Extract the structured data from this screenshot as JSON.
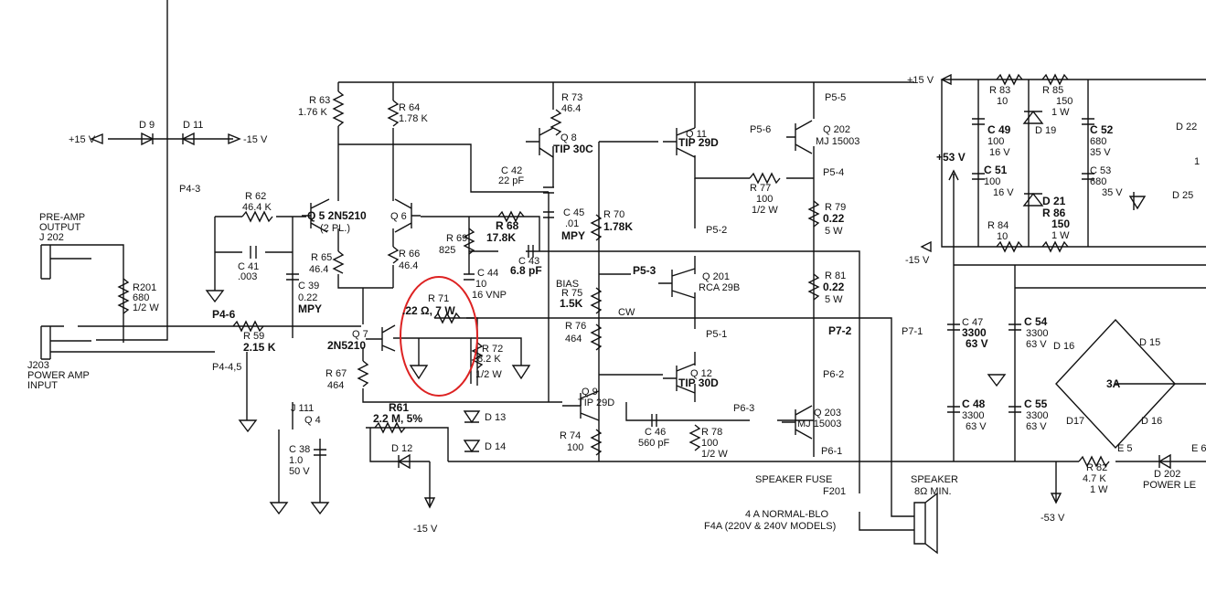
{
  "labels": {
    "pos15_left": "+15 V",
    "neg15_left": "-15 V",
    "d9": "D 9",
    "d11": "D 11",
    "p4_3": "P4-3",
    "preamp_out": "PRE-AMP",
    "preamp_out2": "OUTPUT",
    "j202": "J 202",
    "j203": "J203",
    "power_amp": "POWER AMP",
    "input": "INPUT",
    "r201": "R201",
    "r201v": "680",
    "r201w": "1/2 W",
    "r62": "R 62",
    "r62v": "46.4 K",
    "c41": "C 41",
    "c41v": ".003",
    "r63": "R 63",
    "r63v": "1.76 K",
    "r64": "R 64",
    "r64v": "1.78 K",
    "q5": "Q 5 2N5210",
    "q6": "Q 6",
    "q56pl": "(2 PL.)",
    "r65": "R 65",
    "r65v": "46.4",
    "r66": "R 66",
    "r66v": "46.4",
    "c39": "C 39",
    "c39v": "0.22",
    "c39t": "MPY",
    "p4_6": "P4-6",
    "r59": "R 59",
    "r59v": "2.15 K",
    "p4_45": "P4-4,5",
    "q7": "Q 7",
    "q7t": "2N5210",
    "r67": "R 67",
    "r67v": "464",
    "j111": "J 111",
    "q4": "Q 4",
    "c38": "C 38",
    "c38v": "1.0",
    "c38w": "50 V",
    "r61": "R61",
    "r61v": "2.2 M, 5%",
    "d12": "D 12",
    "neg15_bottom": "-15 V",
    "r71": "R 71",
    "r71v": ".22 Ω, 7 W",
    "r72": "R 72",
    "r72v": "8.2 K",
    "r72w": "1/2 W",
    "d13": "D 13",
    "d14": "D 14",
    "r69": "R 69",
    "r69v": "825",
    "r68": "R 68",
    "r68v": "17.8K",
    "c43": "C 43",
    "c43v": "6.8 pF",
    "c44": "C 44",
    "c44v": "10",
    "c44w": "16 VNP",
    "r73": "R 73",
    "r73v": "46.4",
    "q8": "Q 8",
    "q8t": "TIP 30C",
    "c42": "C 42",
    "c42v": "22 pF",
    "c45": "C 45",
    "c45v": ".01",
    "c45t": "MPY",
    "r70": "R 70",
    "r70v": "1.78K",
    "bias": "BIAS",
    "r75": "R 75",
    "r75v": "1.5K",
    "cw": "CW",
    "r76": "R 76",
    "r76v": "464",
    "q9": "Q 9",
    "q9t": "TIP 29D",
    "r74": "R 74",
    "r74v": "100",
    "c46": "C 46",
    "c46v": "560 pF",
    "q11": "Q 11",
    "q11t": "TIP 29D",
    "p5_6": "P5-6",
    "p5_5": "P5-5",
    "p5_4": "P5-4",
    "p5_2": "P5-2",
    "p5_3": "P5-3",
    "p5_1": "P5-1",
    "q202": "Q 202",
    "q202t": "MJ 15003",
    "r77": "R 77",
    "r77v": "100",
    "r77w": "1/2 W",
    "r79": "R 79",
    "r79v": "0.22",
    "r79w": "5 W",
    "q201": "Q 201",
    "q201t": "RCA 29B",
    "r81": "R 81",
    "r81v": "0.22",
    "r81w": "5 W",
    "q12": "Q 12",
    "q12t": "TIP 30D",
    "r78": "R 78",
    "r78v": "100",
    "r78w": "1/2 W",
    "p6_3": "P6-3",
    "p6_2": "P6-2",
    "p6_1": "P6-1",
    "q203": "Q 203",
    "q203t": "MJ 15003",
    "p7_2": "P7-2",
    "p7_1": "P7-1",
    "spk_fuse": "SPEAKER FUSE",
    "f201": "F201",
    "fuse1": "4 A NORMAL-BLO",
    "fuse2": "F4A (220V & 240V MODELS)",
    "speaker": "SPEAKER",
    "speaker_ohm": "8Ω MIN.",
    "pos15_right": "+15 V",
    "neg15_right": "-15 V",
    "pos53": "+53 V",
    "neg53": "-53 V",
    "r83": "R 83",
    "r83v": "10",
    "r85": "R 85",
    "r85v": "150",
    "r85w": "1 W",
    "c49": "C 49",
    "c49v": "100",
    "c49w": "16 V",
    "d19": "D 19",
    "c52": "C 52",
    "c52v": "680",
    "c52w": "35 V",
    "c51": "C 51",
    "c51v": "100",
    "c51w": "16 V",
    "c53": "C 53",
    "c53v": "680",
    "c53w": "35 V",
    "d21": "D 21",
    "r86": "R 86",
    "r86v": "150",
    "r86w": "1 W",
    "r84": "R 84",
    "r84v": "10",
    "d22": "D 22",
    "d25": "D 25",
    "one": "1",
    "c47": "C 47",
    "c47v": "3300",
    "c47w": "63 V",
    "c54": "C 54",
    "c54v": "3300",
    "c54w": "63 V",
    "c48": "C 48",
    "c48v": "3300",
    "c48w": "63 V",
    "c55": "C 55",
    "c55v": "3300",
    "c55w": "63 V",
    "d15": "D 15",
    "d16a": "D 16",
    "d16b": "D 16",
    "d17": "D17",
    "bridge": "3A",
    "r82": "R 82",
    "r82v": "4.7 K",
    "r82w": "1 W",
    "e5": "E 5",
    "e6": "E 6",
    "d202": "D 202",
    "power_led": "POWER LE"
  }
}
